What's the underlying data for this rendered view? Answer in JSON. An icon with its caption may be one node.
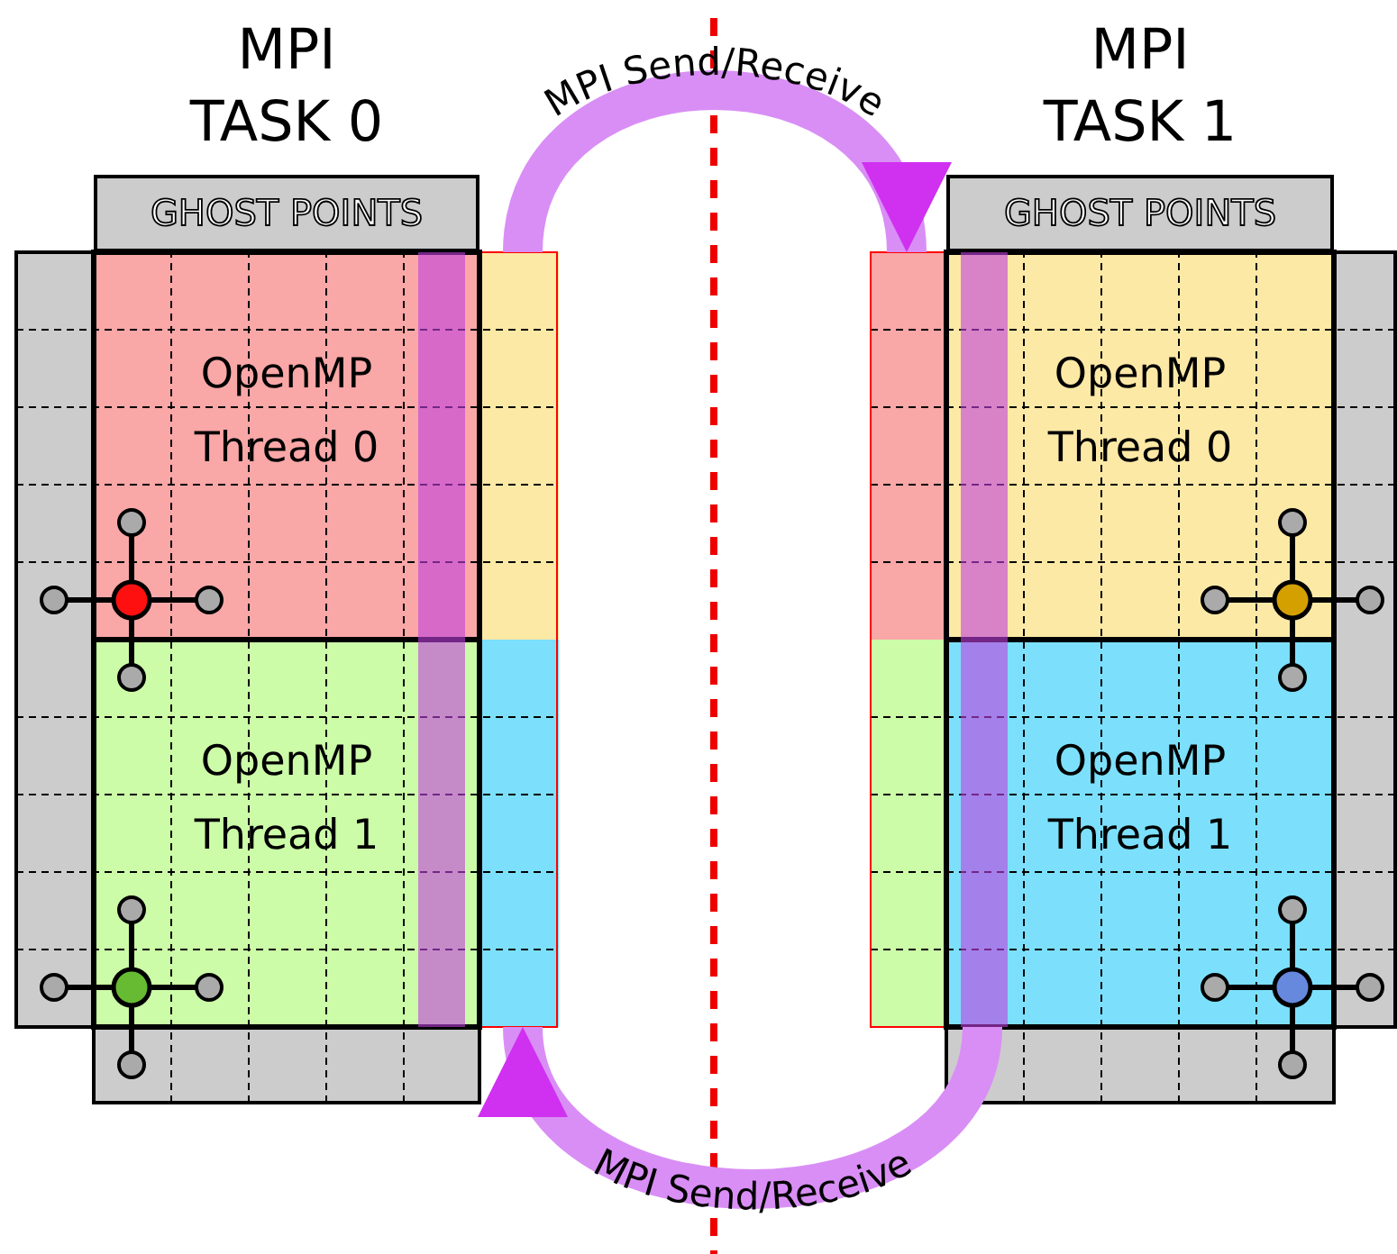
{
  "diagram": {
    "nodes": [
      {
        "text": [
          "MPI TASK 0"
        ]
      },
      {
        "text": [
          "GHOST POINTS"
        ],
        "in": 0
      },
      {
        "text": [
          "OpenMP Thread 0"
        ],
        "in": 0
      },
      {
        "text": [
          "OpenMP Thread 1"
        ],
        "in": 0
      },
      {
        "text": [
          "MPI TASK 1"
        ]
      },
      {
        "text": [
          "GHOST POINTS"
        ],
        "in": 4
      },
      {
        "text": [
          "OpenMP Thread 0"
        ],
        "in": 4
      },
      {
        "text": [
          "OpenMP Thread 1"
        ],
        "in": 4
      }
    ],
    "edges": [
      {
        "from": 2,
        "to": 6,
        "arrow": "to",
        "label": "MPI Send/Receive"
      },
      {
        "from": 7,
        "to": 3,
        "arrow": "to",
        "label": "MPI Send/Receive"
      }
    ]
  }
}
